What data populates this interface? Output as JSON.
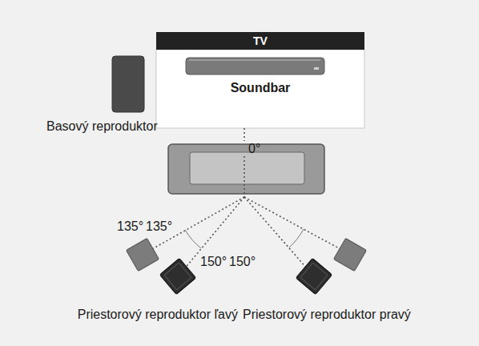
{
  "diagram": {
    "nodes": [
      {
        "text": [
          "TV"
        ]
      },
      {
        "text": [
          "Soundbar"
        ]
      }
    ],
    "labels": [
      "Basový reproduktor",
      "0°",
      "135°",
      "135°",
      "150°",
      "150°",
      "Priestorový reproduktor ľavý",
      "Priestorový reproduktor pravý"
    ]
  }
}
